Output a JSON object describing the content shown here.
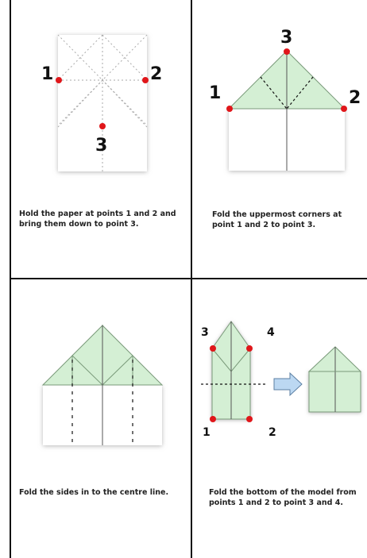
{
  "steps": [
    {
      "caption": "Hold the paper at points 1 and 2 and bring them down to point 3.",
      "points": [
        "1",
        "2",
        "3"
      ]
    },
    {
      "caption": "Fold the uppermost corners at point 1 and 2 to point 3.",
      "points": [
        "1",
        "2",
        "3"
      ]
    },
    {
      "caption": "Fold the sides in to the centre line.",
      "points": []
    },
    {
      "caption": "Fold the bottom of the model from points 1 and 2 to point 3 and 4.",
      "points": [
        "1",
        "2",
        "3",
        "4"
      ]
    }
  ],
  "colors": {
    "paper": "#ffffff",
    "folded": "#d4efd4",
    "marker": "#e0161a",
    "line": "#111111",
    "arrow": "#bcd8f2"
  }
}
